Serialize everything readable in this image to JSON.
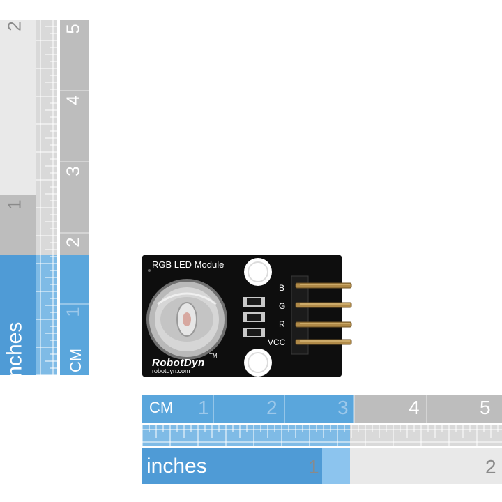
{
  "vertical_ruler": {
    "inches_label": "inches",
    "cm_label": "CM",
    "inch_numbers": [
      "1",
      "2"
    ],
    "cm_numbers": [
      "1",
      "2",
      "3",
      "4",
      "5"
    ]
  },
  "horizontal_ruler": {
    "inches_label": "inches",
    "cm_label": "CM",
    "inch_numbers": [
      "1",
      "2"
    ],
    "cm_numbers": [
      "1",
      "2",
      "3",
      "4",
      "5"
    ]
  },
  "module": {
    "title": "RGB LED Module",
    "pin_labels": [
      "B",
      "G",
      "R",
      "VCC"
    ],
    "brand": "RobotDyn",
    "trademark": "TM",
    "website": "robotdyn.com"
  },
  "colors": {
    "ruler_highlight": "#5aa6dc",
    "ruler_gray": "#bdbdbd",
    "pcb": "#0e0e0e"
  }
}
